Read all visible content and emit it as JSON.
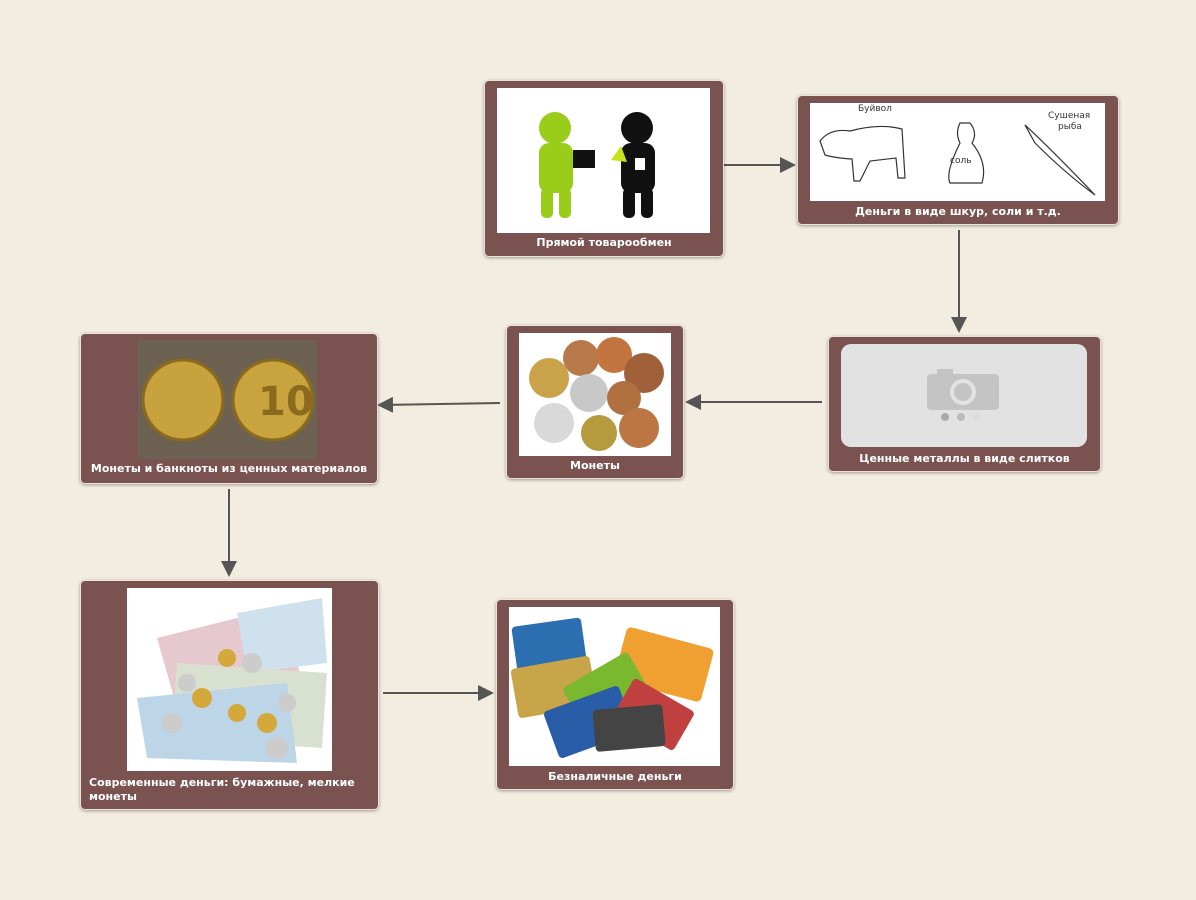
{
  "nodes": [
    {
      "id": "barter",
      "caption": "Прямой товарообмен",
      "image": "people-exchange-illustration"
    },
    {
      "id": "commodity",
      "caption": "Деньги в виде шкур, соли и т.д.",
      "image": "buffalo-salt-fish-illustration",
      "labels": {
        "buffalo": "Буйвол",
        "salt": "соль",
        "fish_line1": "Сушеная",
        "fish_line2": "рыба"
      }
    },
    {
      "id": "ingots",
      "caption": "Ценные металлы в виде слитков",
      "image": "camera-placeholder"
    },
    {
      "id": "coins",
      "caption": "Монеты",
      "image": "coins-photo"
    },
    {
      "id": "precious",
      "caption": "Монеты и банкноты из ценных материалов",
      "image": "gold-coin-photo"
    },
    {
      "id": "modern",
      "caption": "Современные деньги: бумажные, мелкие монеты",
      "image": "banknotes-coins-photo"
    },
    {
      "id": "cashless",
      "caption": "Безналичные деньги",
      "image": "credit-cards-photo"
    }
  ],
  "colors": {
    "node": "#7a5250",
    "background": "#f3ece1",
    "arrow": "#555555"
  }
}
